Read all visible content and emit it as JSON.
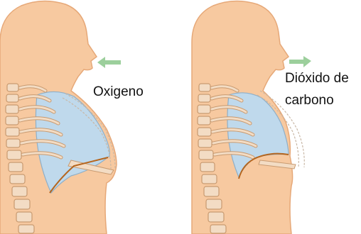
{
  "labels": {
    "inhale": "Oxigeno",
    "exhale_line1": "Dióxido de",
    "exhale_line2": "carbono"
  },
  "panels": [
    {
      "name": "inhalation",
      "arrow": "inward-arrow-icon"
    },
    {
      "name": "exhalation",
      "arrow": "outward-arrow-icon"
    }
  ],
  "colors": {
    "skin": "#F7C9A0",
    "skin_outline": "#E6A878",
    "lung": "#BFD9EC",
    "lung_outline": "#8FAFC8",
    "rib": "#F3DCC4",
    "rib_outline": "#C89A70",
    "diaphragm": "#B5651D",
    "arrow": "#9CCF9C",
    "text": "#111111"
  }
}
